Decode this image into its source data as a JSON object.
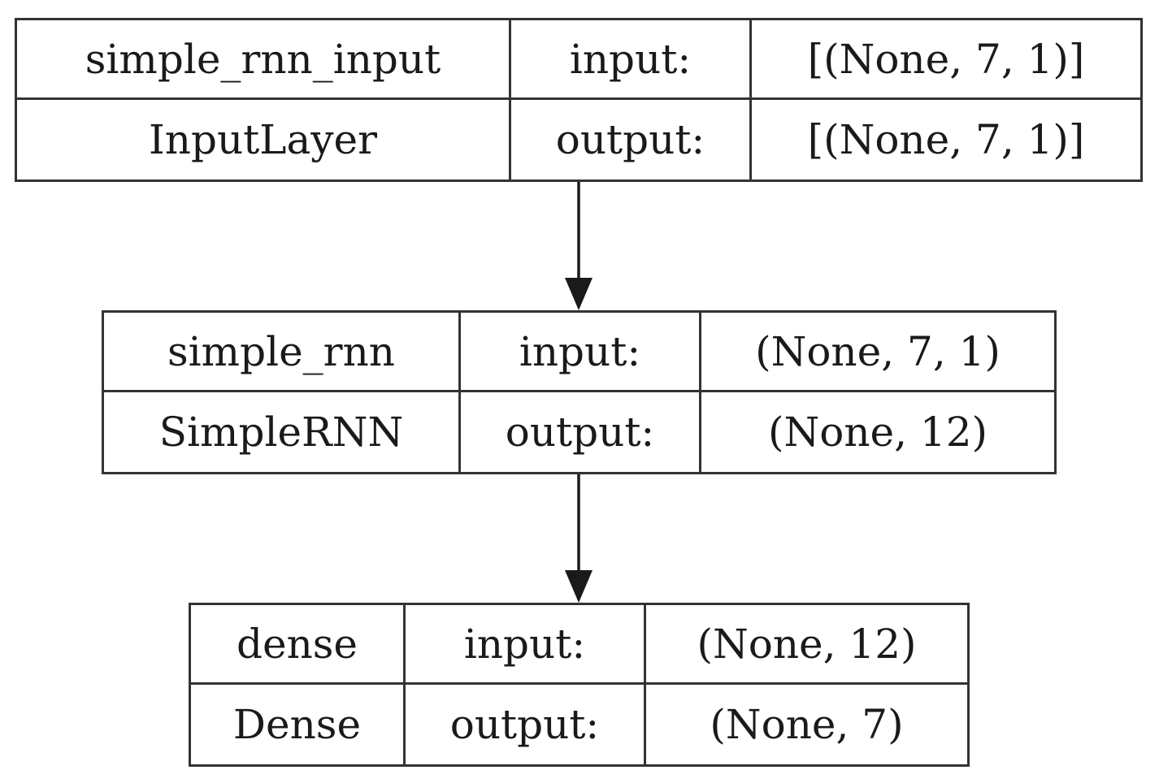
{
  "nodes": [
    {
      "layer_name": "simple_rnn_input",
      "layer_type": "InputLayer",
      "input_label": "input:",
      "output_label": "output:",
      "input_shape": "[(None, 7, 1)]",
      "output_shape": "[(None, 7, 1)]"
    },
    {
      "layer_name": "simple_rnn",
      "layer_type": "SimpleRNN",
      "input_label": "input:",
      "output_label": "output:",
      "input_shape": "(None, 7, 1)",
      "output_shape": "(None, 12)"
    },
    {
      "layer_name": "dense",
      "layer_type": "Dense",
      "input_label": "input:",
      "output_label": "output:",
      "input_shape": "(None, 12)",
      "output_shape": "(None, 7)"
    }
  ],
  "edges": [
    {
      "from": "simple_rnn_input",
      "to": "simple_rnn"
    },
    {
      "from": "simple_rnn",
      "to": "dense"
    }
  ],
  "colors": {
    "border": "#333333",
    "text": "#1a1a1a",
    "arrow": "#1a1a1a"
  }
}
